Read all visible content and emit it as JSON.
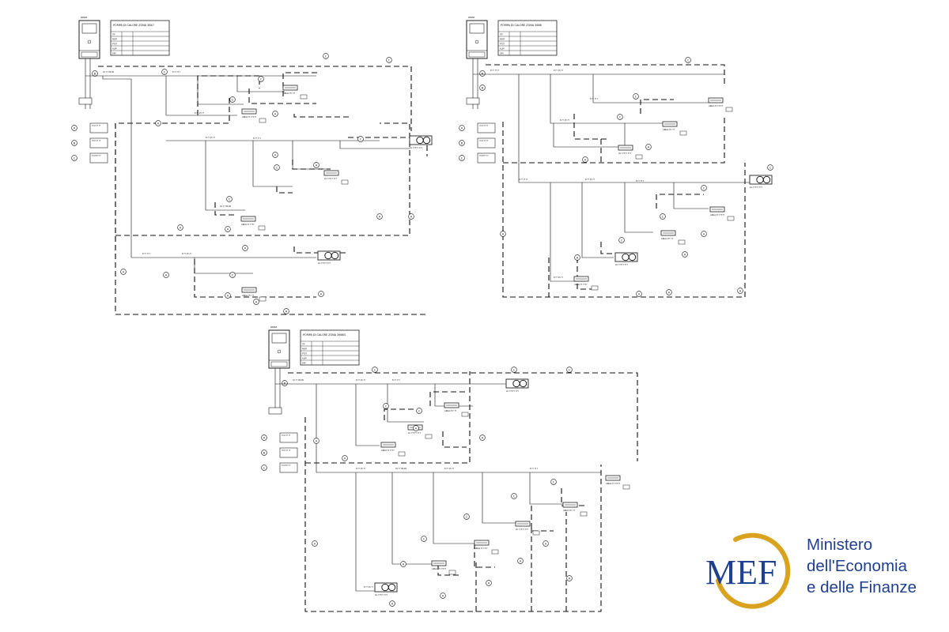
{
  "colors": {
    "line": "#111111",
    "box": "#222222",
    "logo_blue": "#1f3f8f",
    "logo_gold": "#d9a21f"
  },
  "logo": {
    "mark": "MEF",
    "lines": [
      "Ministero",
      "dell'Economia",
      "e delle Finanze"
    ]
  },
  "connector_letters": [
    "A",
    "B",
    "C"
  ],
  "zones": [
    {
      "header_tag": "ZZZZ",
      "title": "POMPA DI CALORE ZONA 3647",
      "pipe_labels": [
        "10 ?? 99 99",
        "8 ?? ?? ?",
        "8 ?? 15 ??",
        "8 ?? 15 ??",
        "8 ?? ?? ?"
      ],
      "unit_labels": [
        "AIRAL?? ??7??",
        "AIRAL??? ??",
        "LU ????? ???",
        "AIRAL?? ????"
      ],
      "side_labels": [
        "??A?-?? ??",
        "??A?-?? ??",
        "??A???? ??"
      ]
    },
    {
      "header_tag": "ZZZZ",
      "title": "POMPA DI CALORE ZONA 3686",
      "pipe_labels": [
        "8 ?? ?? ??",
        "8 ?? 15 ??",
        "8 ?? ?? ?",
        "8 ?? 15 ??"
      ],
      "unit_labels": [
        "AIRAL?? ??7??",
        "AIRAL??? ??",
        "LU ????? ???",
        "AIRAL?? ????"
      ],
      "side_labels": [
        "??A?-?? ??",
        "??A?-?? ??",
        "??A???? ??"
      ]
    },
    {
      "header_tag": "ZZZZ",
      "title": "POMPA DI CALORE ZONA 36663",
      "pipe_labels": [
        "10 ?? 99 99",
        "8 ?? 15 ??",
        "8 ?? ?? ?",
        "8 ?? 15 ??"
      ],
      "unit_labels": [
        "AIRAL?? ??7??",
        "AIRAL??? ??",
        "LU ????? ???",
        "AIRAL?? ????"
      ],
      "side_labels": [
        "??A?-?? ??",
        "??A?-?? ??",
        "??A???? ??"
      ]
    }
  ]
}
